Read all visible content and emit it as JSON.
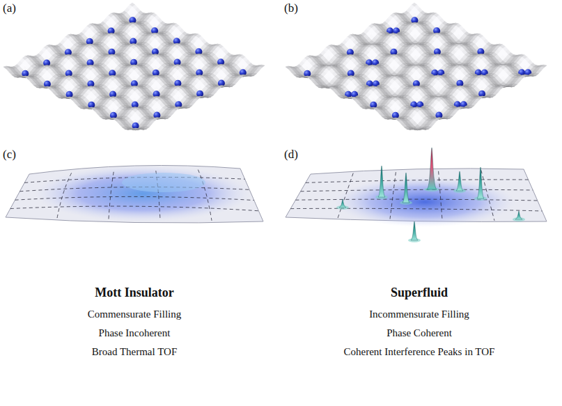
{
  "diagram": {
    "labels": [
      "(a)",
      "(b)",
      "(c)",
      "(d)",
      "Mott Insulator",
      "Superfluid",
      "Commensurate Filling",
      "Incommensurate Filling",
      "Phase Incoherent",
      "Phase Coherent",
      "Broad Thermal TOF",
      "Coherent Interference Peaks in TOF"
    ]
  }
}
